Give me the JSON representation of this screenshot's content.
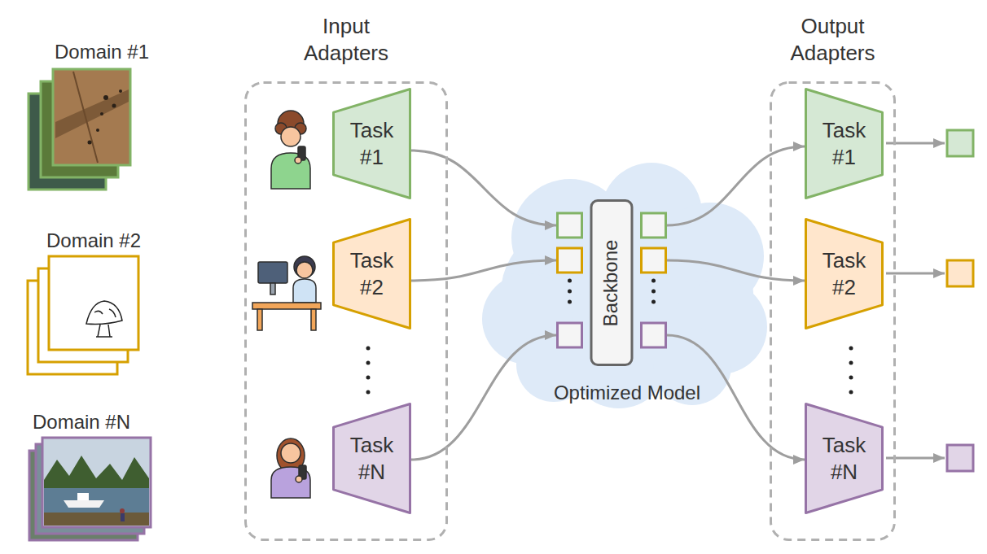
{
  "diagram": {
    "nodes": [
      {
        "text": [
          "Input Adapters"
        ]
      },
      {
        "text": [
          "Task #1"
        ],
        "in": 0
      },
      {
        "text": [
          "Task #2"
        ],
        "in": 0
      },
      {
        "text": [
          "Task #N"
        ],
        "in": 0
      },
      {
        "text": [
          "Optimized Model"
        ]
      },
      {
        "text": [
          "Backbone"
        ],
        "in": 4
      },
      {
        "text": [
          "Output Adapters"
        ]
      },
      {
        "text": [
          "Task #1"
        ],
        "in": 6
      },
      {
        "text": [
          "Task #2"
        ],
        "in": 6
      },
      {
        "text": [
          "Task #N"
        ],
        "in": 6
      }
    ],
    "edges": [
      {
        "from": 1,
        "to": 5,
        "arrow": "to"
      },
      {
        "from": 2,
        "to": 5,
        "arrow": "to"
      },
      {
        "from": 3,
        "to": 5,
        "arrow": "to"
      },
      {
        "from": 5,
        "to": 7,
        "arrow": "to"
      },
      {
        "from": 5,
        "to": 8,
        "arrow": "to"
      },
      {
        "from": 5,
        "to": 9,
        "arrow": "to"
      }
    ],
    "labels": [
      "Domain #1",
      "Domain #2",
      "Domain #N"
    ]
  }
}
